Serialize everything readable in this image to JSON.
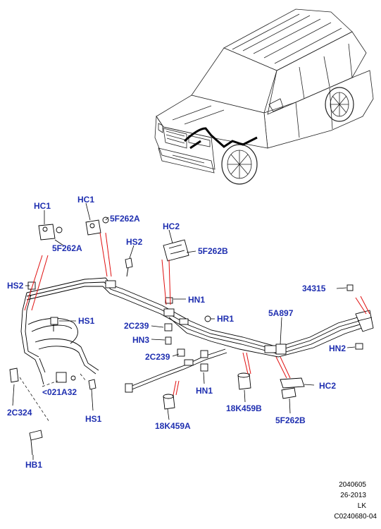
{
  "labels": {
    "hc1_left": "HC1",
    "f5262a_left": "5F262A",
    "hc1_mid": "HC1",
    "f5262a_mid": "5F262A",
    "hs2_mid": "HS2",
    "hc2_top": "HC2",
    "f5262b_top": "5F262B",
    "hs2_left": "HS2",
    "hs1_upper": "HS1",
    "hn1_upper": "HN1",
    "hr1": "HR1",
    "c2239_upper": "2C239",
    "hn3": "HN3",
    "c2239_lower": "2C239",
    "p34315": "34315",
    "a5897": "5A897",
    "hn2": "HN2",
    "a021a32": "<021A32",
    "c2324": "2C324",
    "hs1_lower": "HS1",
    "hn1_lower": "HN1",
    "k18459a": "18K459A",
    "k18459b": "18K459B",
    "hc2_right": "HC2",
    "f5262b_right": "5F262B",
    "hb1": "HB1"
  },
  "footer": {
    "line1": "2040605",
    "line2": "26-2013",
    "line3": "LK",
    "line4": "C0240680-04"
  },
  "colors": {
    "label_blue": "#1f2fb0",
    "leader_red": "#e01010",
    "line_black": "#000000"
  }
}
